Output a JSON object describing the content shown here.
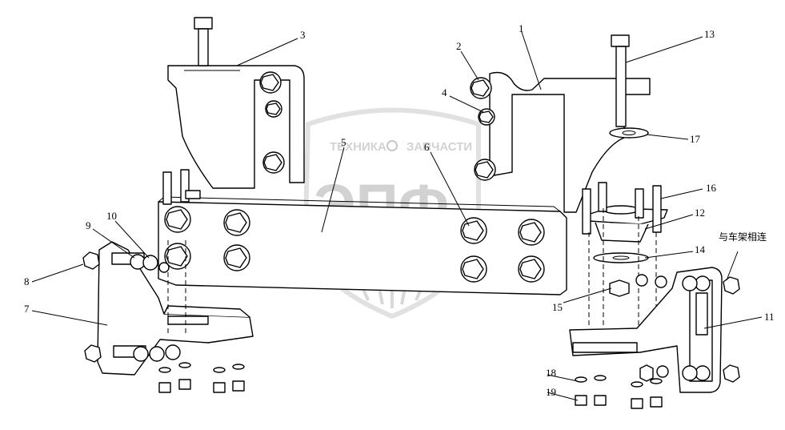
{
  "watermark": {
    "top_text_left": "ТЕХНИКА",
    "top_text_right": "ЗАПЧАСТИ",
    "logo": "ЭПФ"
  },
  "callouts": [
    {
      "id": "1",
      "label": "1"
    },
    {
      "id": "2",
      "label": "2"
    },
    {
      "id": "3",
      "label": "3"
    },
    {
      "id": "4",
      "label": "4"
    },
    {
      "id": "5",
      "label": "5"
    },
    {
      "id": "6",
      "label": "6"
    },
    {
      "id": "7",
      "label": "7"
    },
    {
      "id": "8",
      "label": "8"
    },
    {
      "id": "9",
      "label": "9"
    },
    {
      "id": "10",
      "label": "10"
    },
    {
      "id": "11",
      "label": "11"
    },
    {
      "id": "12",
      "label": "12"
    },
    {
      "id": "13",
      "label": "13"
    },
    {
      "id": "14",
      "label": "14"
    },
    {
      "id": "15",
      "label": "15"
    },
    {
      "id": "16",
      "label": "16"
    },
    {
      "id": "17",
      "label": "17"
    },
    {
      "id": "18",
      "label": "18"
    },
    {
      "id": "19",
      "label": "19"
    }
  ],
  "annotation": {
    "frame_connection": "与车架相连"
  }
}
